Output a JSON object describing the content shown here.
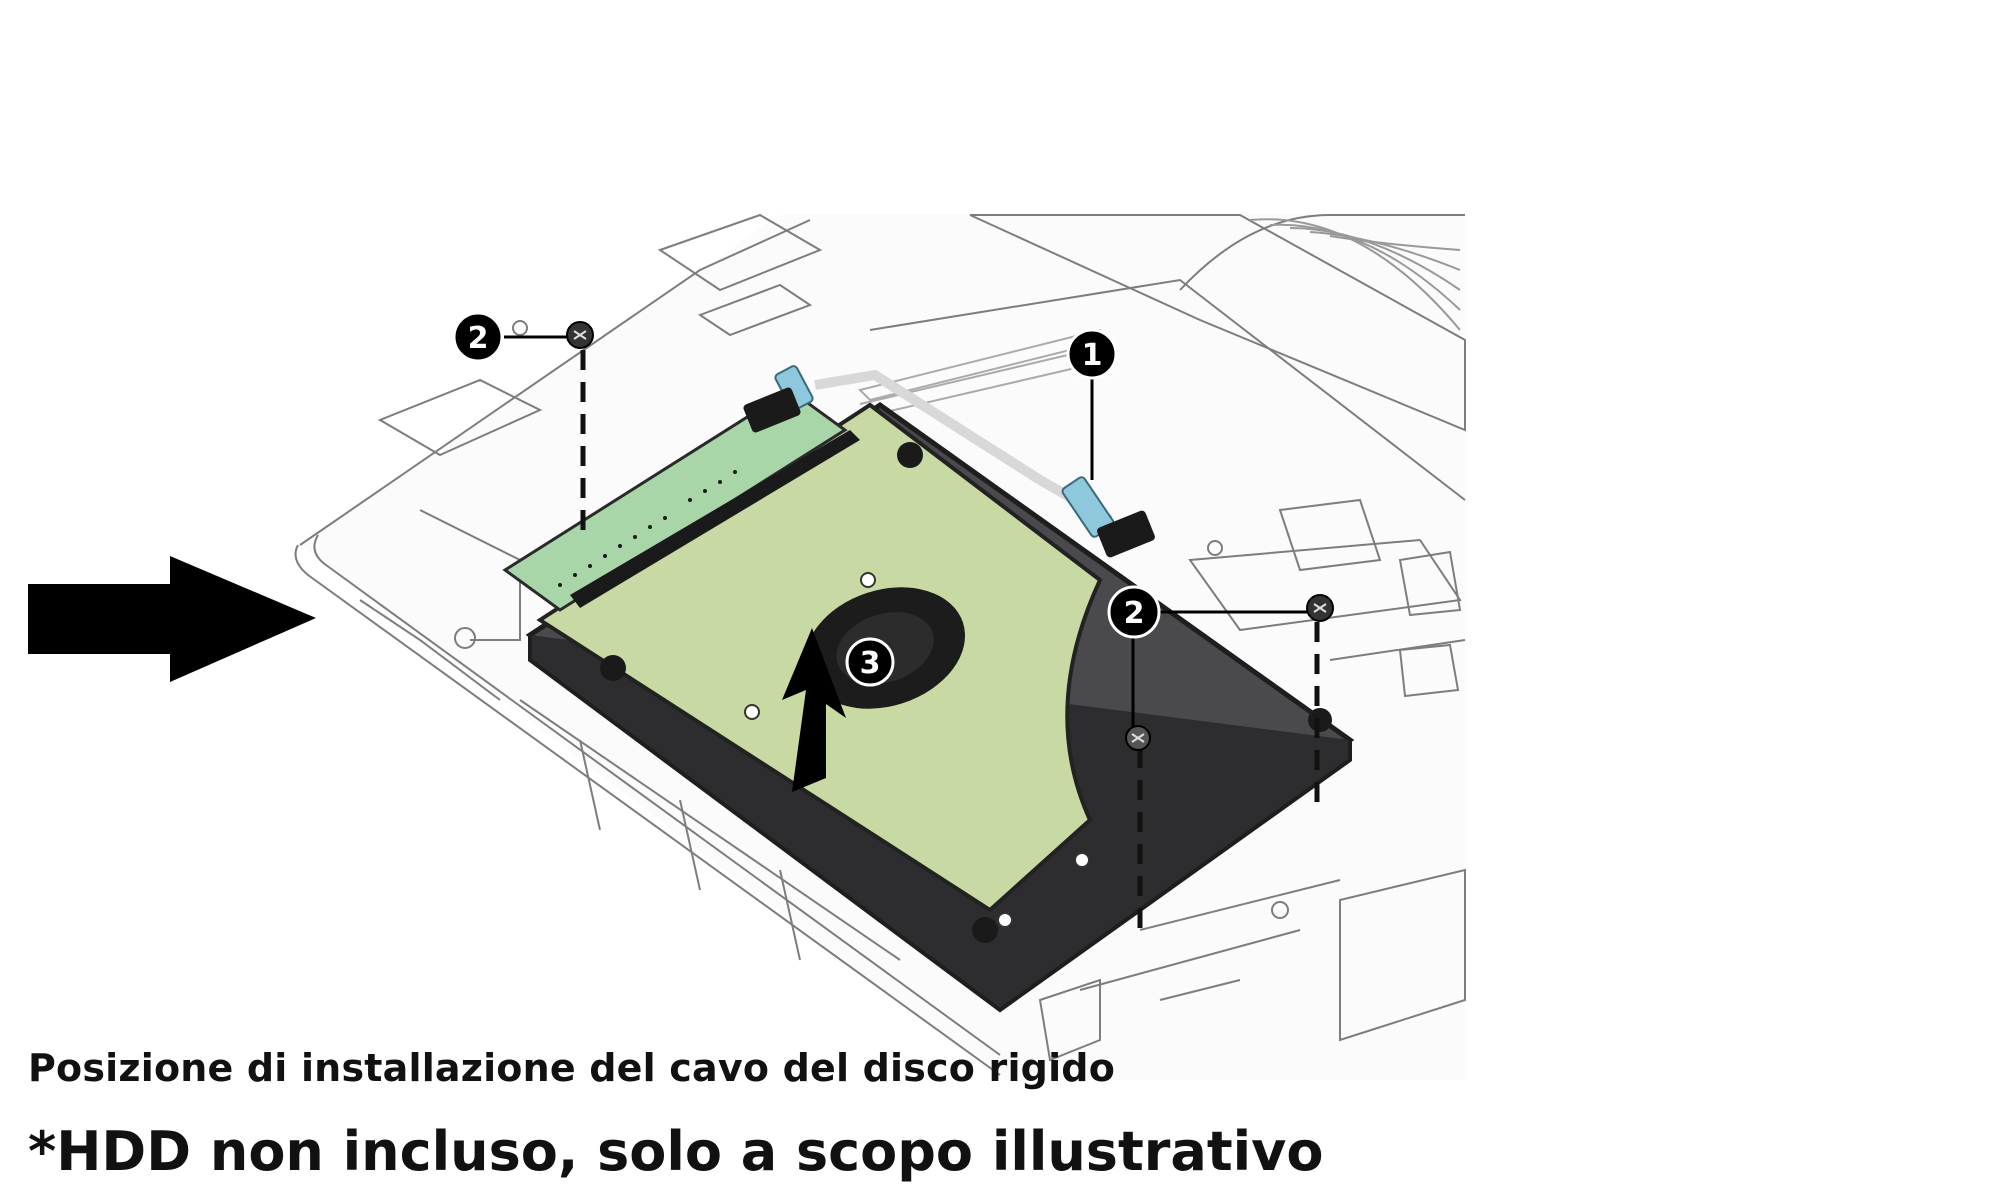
{
  "captions": {
    "line1": "Posizione di installazione del cavo del disco rigido",
    "line2": "*HDD non incluso, solo a scopo illustrativo"
  },
  "callouts": {
    "cable_connector": "1",
    "screw_top_left": "2",
    "screws_right": "2",
    "lift_drive": "3"
  },
  "colors": {
    "drive_label": "#c9d9a3",
    "pcb_board": "#a9d6a8",
    "bracket_dark": "#4a4a4e",
    "cable_tab_blue": "#8ec8dc",
    "arrow": "#000000"
  },
  "icons": [
    "big-right-arrow-icon",
    "lift-up-arrow-icon",
    "screw-icon"
  ]
}
